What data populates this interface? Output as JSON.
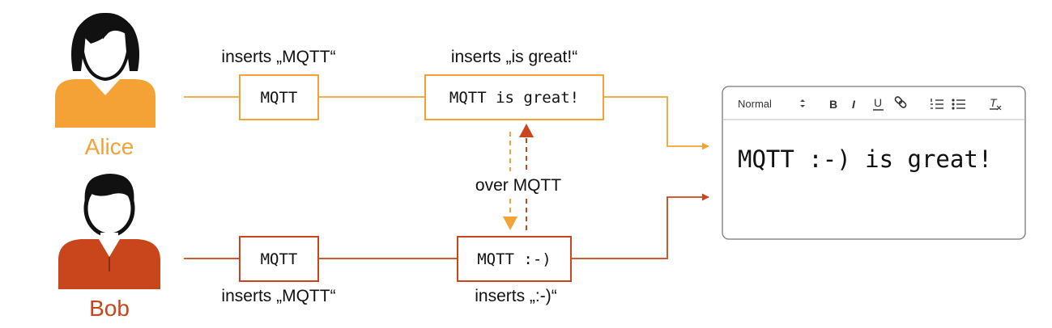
{
  "colors": {
    "alice": "#F4A236",
    "bob": "#C9451B",
    "text": "#111111",
    "editor_border": "#777777"
  },
  "users": {
    "alice": {
      "name": "Alice"
    },
    "bob": {
      "name": "Bob"
    }
  },
  "alice_flow": {
    "step1": {
      "caption": "inserts „MQTT“",
      "box_text": "MQTT"
    },
    "step2": {
      "caption": "inserts „is great!“",
      "box_text": "MQTT is great!"
    }
  },
  "bob_flow": {
    "step1": {
      "caption": "inserts „MQTT“",
      "box_text": "MQTT"
    },
    "step2": {
      "caption": "inserts „:-)“",
      "box_text": "MQTT :-)"
    }
  },
  "sync": {
    "label": "over MQTT"
  },
  "editor": {
    "format_select": "Normal",
    "toolbar_icons": [
      "bold-icon",
      "italic-icon",
      "underline-icon",
      "link-icon",
      "ordered-list-icon",
      "bullet-list-icon",
      "clear-format-icon"
    ],
    "toolbar_glyphs": {
      "bold": "B",
      "italic": "I",
      "underline": "U",
      "clear": "T"
    },
    "content": "MQTT :-) is great!"
  }
}
